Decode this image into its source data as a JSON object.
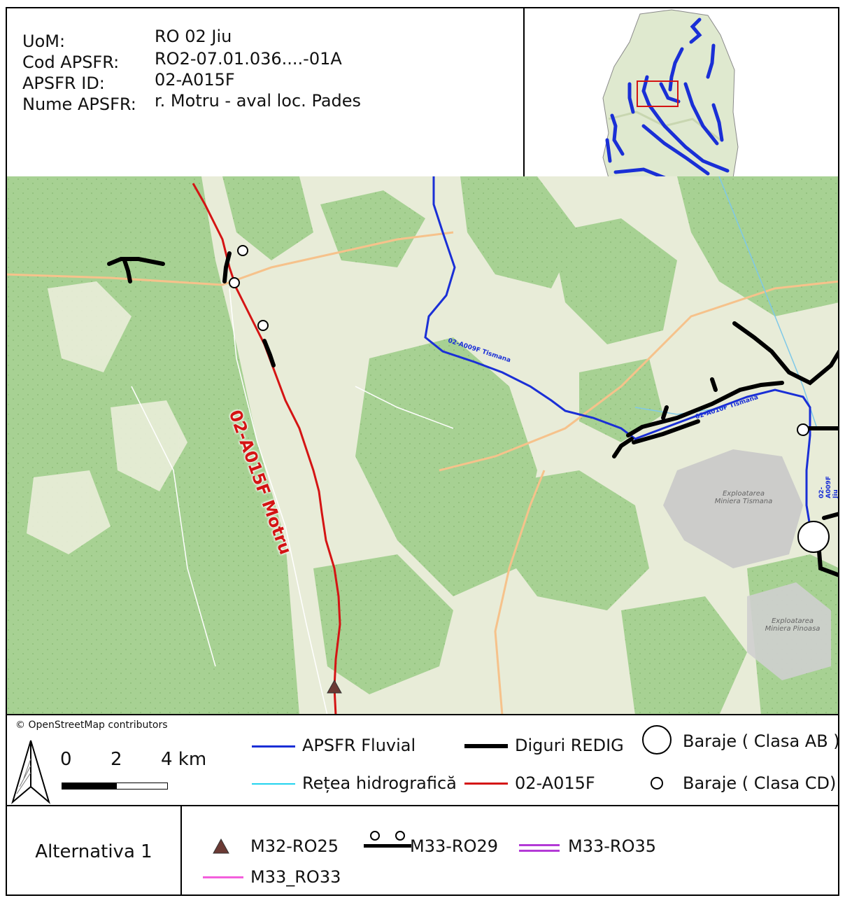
{
  "info": {
    "uom_label": "UoM:",
    "uom_value": "RO 02 Jiu",
    "cod_label": "Cod APSFR:",
    "cod_value": "RO2-07.01.036....-01A",
    "id_label": "APSFR ID:",
    "id_value": "02-A015F",
    "name_label": "Nume APSFR:",
    "name_value": "r. Motru - aval loc. Pades"
  },
  "map": {
    "main_river_label": "02-A015F Motru",
    "tismana_label": "02-A009F Tismana",
    "tismana2_label": "02-A010F Tismana",
    "jiu_label": "02-A009F Jiu",
    "mine_label": "Exploatarea Miniera Tismana",
    "mine2_label": "Exploatarea Miniera Pinoasa"
  },
  "legend": {
    "credit": "© OpenStreetMap contributors",
    "scale_0": "0",
    "scale_2": "2",
    "scale_4": "4 km",
    "apsfr_fluvial": "APSFR Fluvial",
    "retea": "Rețea hidrografică",
    "diguri": "Diguri REDIG",
    "apsfr_id": "02-A015F",
    "baraje_ab": "Baraje ( Clasa AB )",
    "baraje_cd": "Baraje ( Clasa CD)",
    "colors": {
      "fluvial": "#1a2fd6",
      "retea": "#22d3ee",
      "diguri": "#000000",
      "apsfr": "#d41414",
      "m33_ro35": "#b33ad6",
      "m33_ro33": "#f35fdc",
      "m32_ro25": "#6b3a34"
    }
  },
  "measures": {
    "alternative": "Alternativa 1",
    "m32_ro25": "M32-RO25",
    "m33_ro29": "M33-RO29",
    "m33_ro35": "M33-RO35",
    "m33_ro33": "M33_RO33"
  }
}
